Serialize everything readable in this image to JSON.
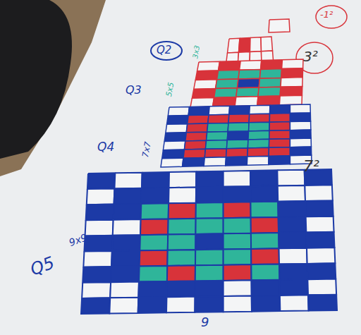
{
  "diagram": {
    "labels": [
      "Q2",
      "Q3",
      "Q4",
      "Q5",
      "3x3",
      "5x5",
      "7x7",
      "9x9",
      "9",
      "3²",
      "7²",
      "-1²"
    ]
  }
}
